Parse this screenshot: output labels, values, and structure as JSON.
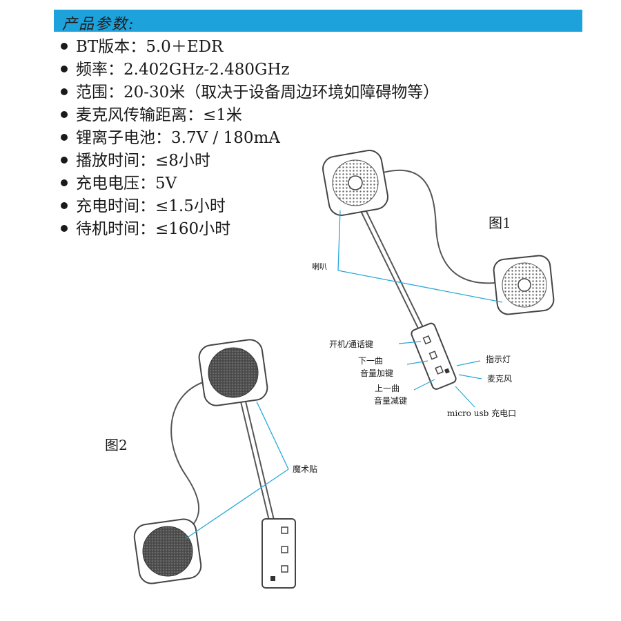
{
  "header": {
    "title": "产品参数:"
  },
  "specs": [
    "BT版本：5.0＋EDR",
    "频率：2.402GHz-2.480GHz",
    "范围：20-30米（取决于设备周边环境如障碍物等）",
    "麦克风传输距离：≤1米",
    "锂离子电池：3.7V / 180mA",
    "播放时间：≤8小时",
    "充电电压：5V",
    "充电时间：≤1.5小时",
    "待机时间：≤160小时"
  ],
  "figure1": {
    "label": "图1",
    "speaker_label": "喇叭",
    "power_call_key": "开机/通话键",
    "next_track_line1": "下一曲",
    "next_track_line2": "音量加键",
    "prev_track_line1": "上一曲",
    "prev_track_line2": "音量减键",
    "indicator_light": "指示灯",
    "microphone": "麦克风",
    "charge_port": "micro usb 充电口"
  },
  "figure2": {
    "label": "图2",
    "velcro_label": "魔术贴"
  },
  "colors": {
    "accent": "#1ea2dc",
    "leader_line": "#2aa7d8",
    "outline": "#444444",
    "felt": "#5a5a5a"
  }
}
